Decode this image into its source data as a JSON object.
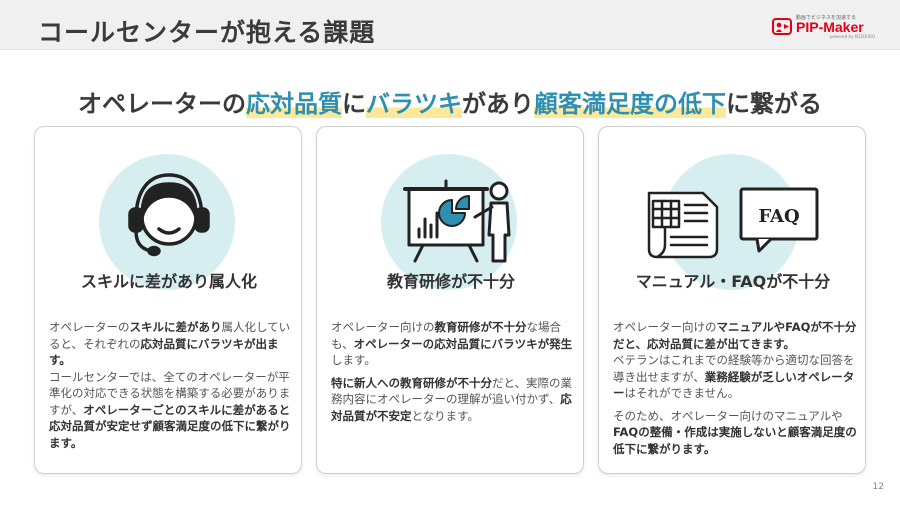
{
  "header": {
    "title": "コールセンターが抱える課題"
  },
  "logo": {
    "tagline": "動画でビジネスを加速する",
    "name": "PIP-Maker",
    "powered_by": "powered by KOZOURO",
    "brand_color": "#e60012"
  },
  "headline": {
    "parts": [
      {
        "text": "オペレーターの",
        "highlight": false
      },
      {
        "text": "応対品質",
        "highlight": true
      },
      {
        "text": "に",
        "highlight": false
      },
      {
        "text": "バラツキ",
        "highlight": true
      },
      {
        "text": "があり",
        "highlight": false
      },
      {
        "text": "顧客満足度の低下",
        "highlight": true
      },
      {
        "text": "に繋がる",
        "highlight": false
      }
    ],
    "accent_color": "#2f8fb0",
    "marker_color": "#fbe89a"
  },
  "cards": [
    {
      "icon": "headset-operator-icon",
      "title": "スキルに差があり属人化",
      "paragraphs": [
        [
          {
            "t": "オペレーターの",
            "b": false
          },
          {
            "t": "スキルに差があり",
            "b": true
          },
          {
            "t": "属人化していると、それぞれの",
            "b": false
          },
          {
            "t": "応対品質にバラツキが出ます。",
            "b": true
          },
          {
            "t": "コールセンターでは、全てのオペレーターが平準化の対応できる状態を構築する必要がありますが、",
            "b": false
          },
          {
            "t": "オペレーターごとのスキルに差があると応対品質が安定せず顧客満足度の低下に繋がります。",
            "b": true
          }
        ]
      ]
    },
    {
      "icon": "presentation-trainer-icon",
      "title": "教育研修が不十分",
      "paragraphs": [
        [
          {
            "t": "オペレーター向けの",
            "b": false
          },
          {
            "t": "教育研修が不十分",
            "b": true
          },
          {
            "t": "な場合も、",
            "b": false
          },
          {
            "t": "オペレーターの応対品質にバラツキが発生",
            "b": true
          },
          {
            "t": "します。",
            "b": false
          }
        ],
        [
          {
            "t": "特に新人への教育研修が不十分",
            "b": true
          },
          {
            "t": "だと、実際の業務内容にオペレーターの理解が追い付かず、",
            "b": false
          },
          {
            "t": "応対品質が不安定",
            "b": true
          },
          {
            "t": "となります。",
            "b": false
          }
        ]
      ]
    },
    {
      "icon": "manual-faq-icon",
      "faq_label": "FAQ",
      "title": "マニュアル・FAQが不十分",
      "paragraphs": [
        [
          {
            "t": "オペレーター向けの",
            "b": false
          },
          {
            "t": "マニュアルやFAQが不十分だと、応対品質に差が出てきます。",
            "b": true
          },
          {
            "t": "ベテランはこれまでの経験等から適切な回答を導き出せますが、",
            "b": false
          },
          {
            "t": "業務経験が乏しいオペレーター",
            "b": true
          },
          {
            "t": "はそれができません。",
            "b": false
          }
        ],
        [
          {
            "t": "そのため、オペレーター向けのマニュアルや",
            "b": false
          },
          {
            "t": "FAQの整備・作成は実施しないと顧客満足度の低下に繋がります。",
            "b": true
          }
        ]
      ]
    }
  ],
  "page_number": "12"
}
